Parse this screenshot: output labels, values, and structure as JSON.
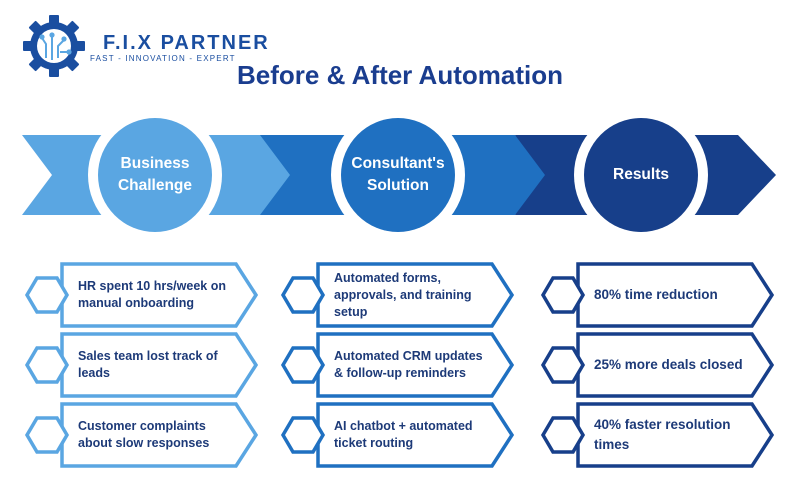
{
  "brand": {
    "name": "F.I.X PARTNER",
    "tagline": "FAST - INNOVATION - EXPERT"
  },
  "title": "Before & After Automation",
  "columns": [
    {
      "heading": "Business Challenge",
      "color": "#5aa6e2",
      "items": [
        "HR spent 10 hrs/week on manual onboarding",
        "Sales team lost track of leads",
        "Customer complaints about slow responses"
      ]
    },
    {
      "heading": "Consultant's Solution",
      "color": "#1f70c1",
      "items": [
        "Automated forms, approvals, and training setup",
        "Automated CRM updates & follow-up reminders",
        "AI chatbot + automated ticket routing"
      ]
    },
    {
      "heading": "Results",
      "color": "#173f8a",
      "items": [
        "80% time reduction",
        "25% more deals closed",
        "40% faster resolution times"
      ]
    }
  ],
  "icons": {
    "logo": "gear-circuit-logo-icon",
    "item_marker": "hexagon-icon"
  }
}
